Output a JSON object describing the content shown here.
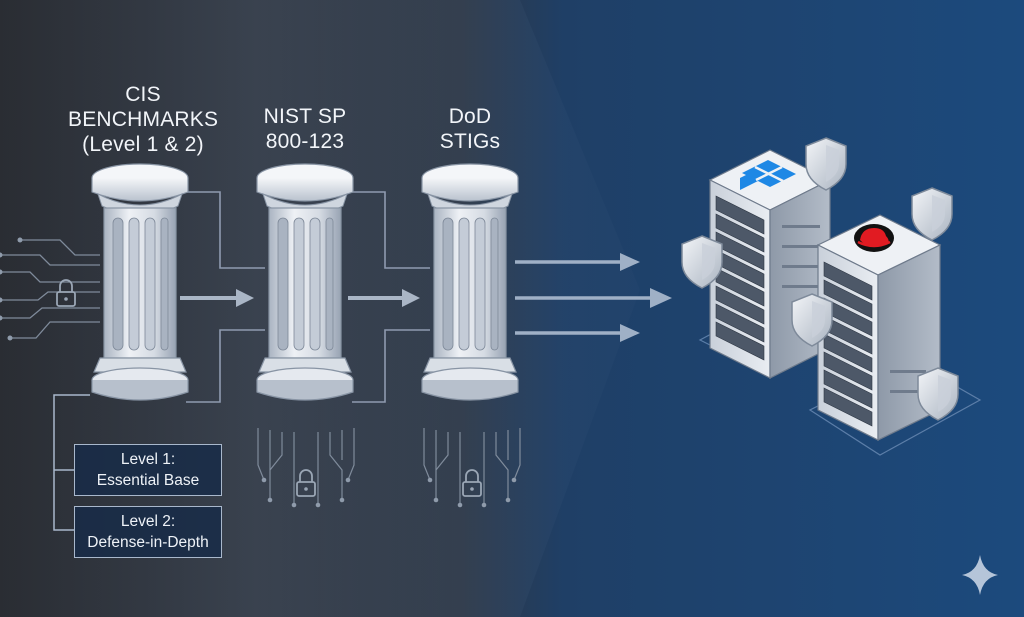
{
  "pillars": [
    {
      "id": "cis",
      "title_lines": [
        "CIS",
        "BENCHMARKS",
        "(Level 1 & 2)"
      ]
    },
    {
      "id": "nist",
      "title_lines": [
        "NIST SP",
        "800-123"
      ]
    },
    {
      "id": "dod",
      "title_lines": [
        "DoD",
        "STIGs"
      ]
    }
  ],
  "levels": [
    {
      "line1": "Level 1:",
      "line2": "Essential Base"
    },
    {
      "line1": "Level 2:",
      "line2": "Defense-in-Depth"
    }
  ],
  "servers": [
    {
      "logo": "windows-logo-icon"
    },
    {
      "logo": "redhat-logo-icon"
    }
  ],
  "icons": [
    "lock-icon",
    "shield-icon",
    "sparkle-icon",
    "arrow-right-icon"
  ],
  "colors": {
    "background_left": "#2a2e36",
    "background_right": "#1c4a7d",
    "pillar_light": "#e8ecf1",
    "pillar_shadow": "#9aa6b5",
    "box_border": "#a9b8cc",
    "redhat_red": "#e11b22",
    "windows_blue": "#1e88e5"
  }
}
